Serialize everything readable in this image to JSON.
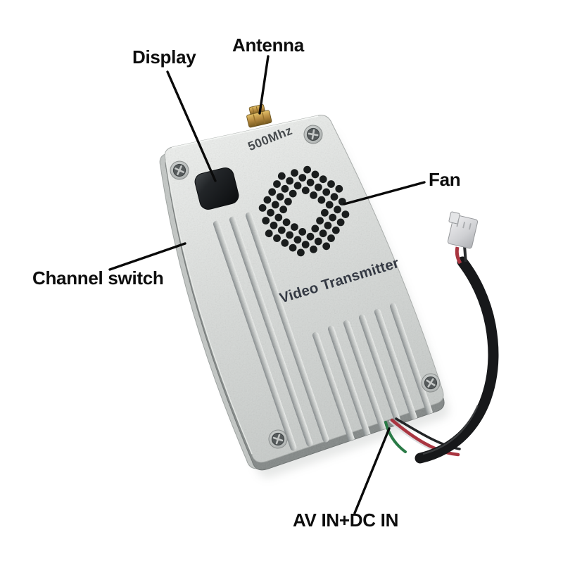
{
  "figure": {
    "frequency_text": "500Mhz",
    "device_name_text": "Video Transmitter"
  },
  "callouts": [
    {
      "id": "display",
      "label": "Display"
    },
    {
      "id": "antenna",
      "label": "Antenna"
    },
    {
      "id": "fan",
      "label": "Fan"
    },
    {
      "id": "channel-switch",
      "label": "Channel switch"
    },
    {
      "id": "av-in-dc-in",
      "label": "AV IN+DC IN"
    }
  ],
  "colors": {
    "background": "#ffffff",
    "body_light": "#eceeec",
    "body_mid": "#d3d7d5",
    "body_dark": "#c0c4c2",
    "side_light": "#c3c7c5",
    "side_dark": "#828786",
    "groove_shadow": "#878c8b",
    "fan_dot": "#1a1d1d",
    "display_black": "#15171a",
    "screw_inner": "#565b5c",
    "antenna_gold": "#b3883f",
    "cable_black": "#17181a",
    "wire_red": "#a93540",
    "wire_green": "#2a7a46",
    "connector_gray": "#d6d7d9",
    "device_text": "#3b404a",
    "label_text": "#0d0d0d",
    "leader_line": "#0a0a0a"
  }
}
